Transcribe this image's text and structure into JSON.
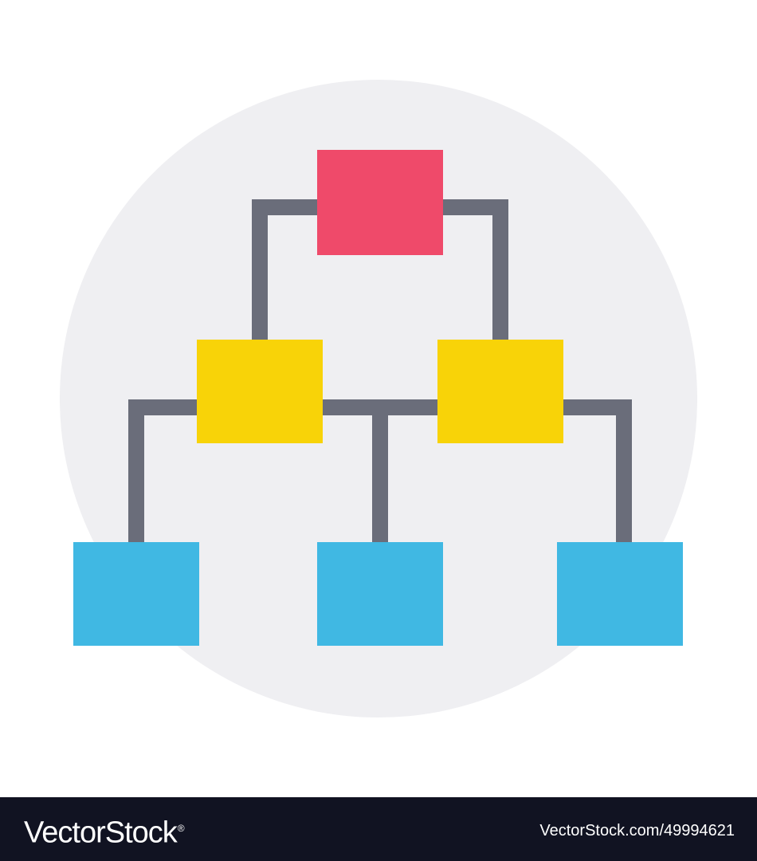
{
  "colors": {
    "background_circle": "#efeff2",
    "connector": "#6a6d7a",
    "root_node": "#ef4a6a",
    "middle_node": "#f8d308",
    "leaf_node": "#40b8e3",
    "footer_bg": "#111322",
    "footer_text": "#ffffff"
  },
  "diagram": {
    "nodes": [
      {
        "id": "root",
        "level": 0,
        "color_role": "root_node"
      },
      {
        "id": "middle-left",
        "level": 1,
        "color_role": "middle_node"
      },
      {
        "id": "middle-right",
        "level": 1,
        "color_role": "middle_node"
      },
      {
        "id": "leaf-left",
        "level": 2,
        "color_role": "leaf_node"
      },
      {
        "id": "leaf-center",
        "level": 2,
        "color_role": "leaf_node"
      },
      {
        "id": "leaf-right",
        "level": 2,
        "color_role": "leaf_node"
      }
    ],
    "edges": [
      {
        "from": "root",
        "to": "middle-left"
      },
      {
        "from": "root",
        "to": "middle-right"
      },
      {
        "from": "middle-left",
        "to": "leaf-left"
      },
      {
        "from": "middle-left",
        "to": "leaf-center"
      },
      {
        "from": "middle-right",
        "to": "leaf-center"
      },
      {
        "from": "middle-right",
        "to": "leaf-right"
      }
    ]
  },
  "footer": {
    "brand_text": "VectorStock",
    "brand_mark": "®",
    "image_id_text": "VectorStock.com/49994621"
  }
}
